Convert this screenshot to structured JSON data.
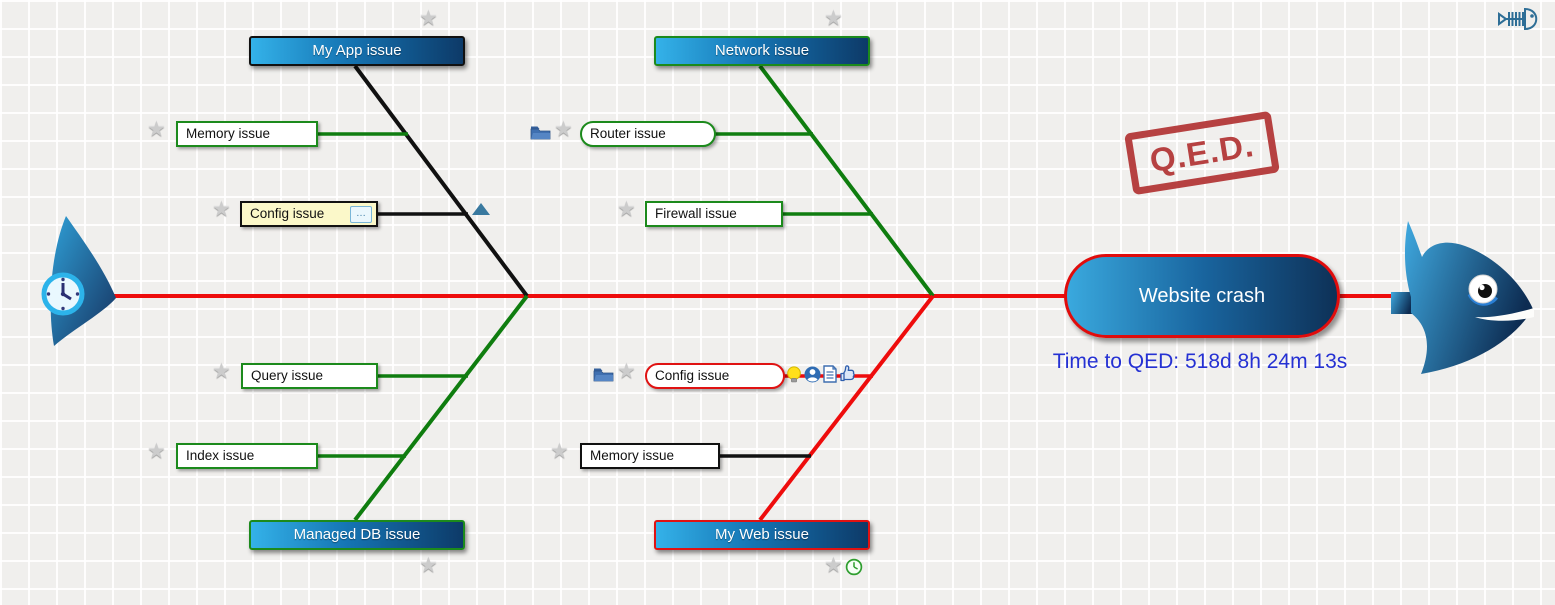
{
  "app": {
    "logo_icon": "fishbone-logo-icon",
    "background": "grid"
  },
  "head": {
    "label": "Website crash",
    "timer": "Time to QED: 518d 8h 24m 13s"
  },
  "stamp": {
    "text": "Q.E.D."
  },
  "categories": [
    {
      "label": "My App issue",
      "border_color": "#111111",
      "position": "top-left",
      "star": true
    },
    {
      "label": "Network issue",
      "border_color": "#1c8a1c",
      "position": "top-right",
      "star": true
    },
    {
      "label": "Managed DB issue",
      "border_color": "#1c8a1c",
      "position": "bottom-left",
      "star": true
    },
    {
      "label": "My Web issue",
      "border_color": "#e01212",
      "position": "bottom-right",
      "star": true,
      "extra_icons": [
        "clock-icon"
      ]
    }
  ],
  "causes": [
    {
      "label": "Memory issue",
      "branch": "My App issue",
      "border_color": "#1c8a1c",
      "shape": "rect",
      "icons_left": [
        "star-icon"
      ]
    },
    {
      "label": "Config issue",
      "branch": "My App issue",
      "border_color": "#111111",
      "fill_color": "#fbf8c9",
      "shape": "rect",
      "icons_left": [
        "star-icon"
      ],
      "ellipsis_button": "…",
      "marker": "collapse-triangle-icon"
    },
    {
      "label": "Query issue",
      "branch": "Managed DB issue",
      "border_color": "#1c8a1c",
      "shape": "rect",
      "icons_left": [
        "star-icon"
      ]
    },
    {
      "label": "Index issue",
      "branch": "Managed DB issue",
      "border_color": "#1c8a1c",
      "shape": "rect",
      "icons_left": [
        "star-icon"
      ]
    },
    {
      "label": "Router issue",
      "branch": "Network issue",
      "border_color": "#1c8a1c",
      "shape": "pill",
      "icons_left": [
        "folder-icon",
        "star-icon"
      ]
    },
    {
      "label": "Firewall issue",
      "branch": "Network issue",
      "border_color": "#1c8a1c",
      "shape": "rect",
      "icons_left": [
        "star-icon"
      ]
    },
    {
      "label": "Config issue",
      "branch": "My Web issue",
      "border_color": "#e01212",
      "shape": "pill",
      "icons_left": [
        "folder-icon",
        "star-icon"
      ],
      "icons_right": [
        "lightbulb-icon",
        "person-icon",
        "document-icon",
        "thumbs-up-icon"
      ]
    },
    {
      "label": "Memory issue",
      "branch": "My Web issue",
      "border_color": "#111111",
      "shape": "rect",
      "icons_left": [
        "star-icon"
      ]
    }
  ],
  "colors": {
    "spine": "#ee0c0c",
    "bone_green": "#0f7d0f",
    "bone_black": "#111111",
    "bone_red": "#ee0c0c",
    "node_gradient_start": "#34b2e9",
    "node_gradient_end": "#0d3a68",
    "stamp_red": "#b23434",
    "timer_blue": "#2531d3",
    "star_gray": "#cccccc",
    "yellow_note": "#fbf8c9"
  },
  "glyphs": {
    "star": "★"
  }
}
